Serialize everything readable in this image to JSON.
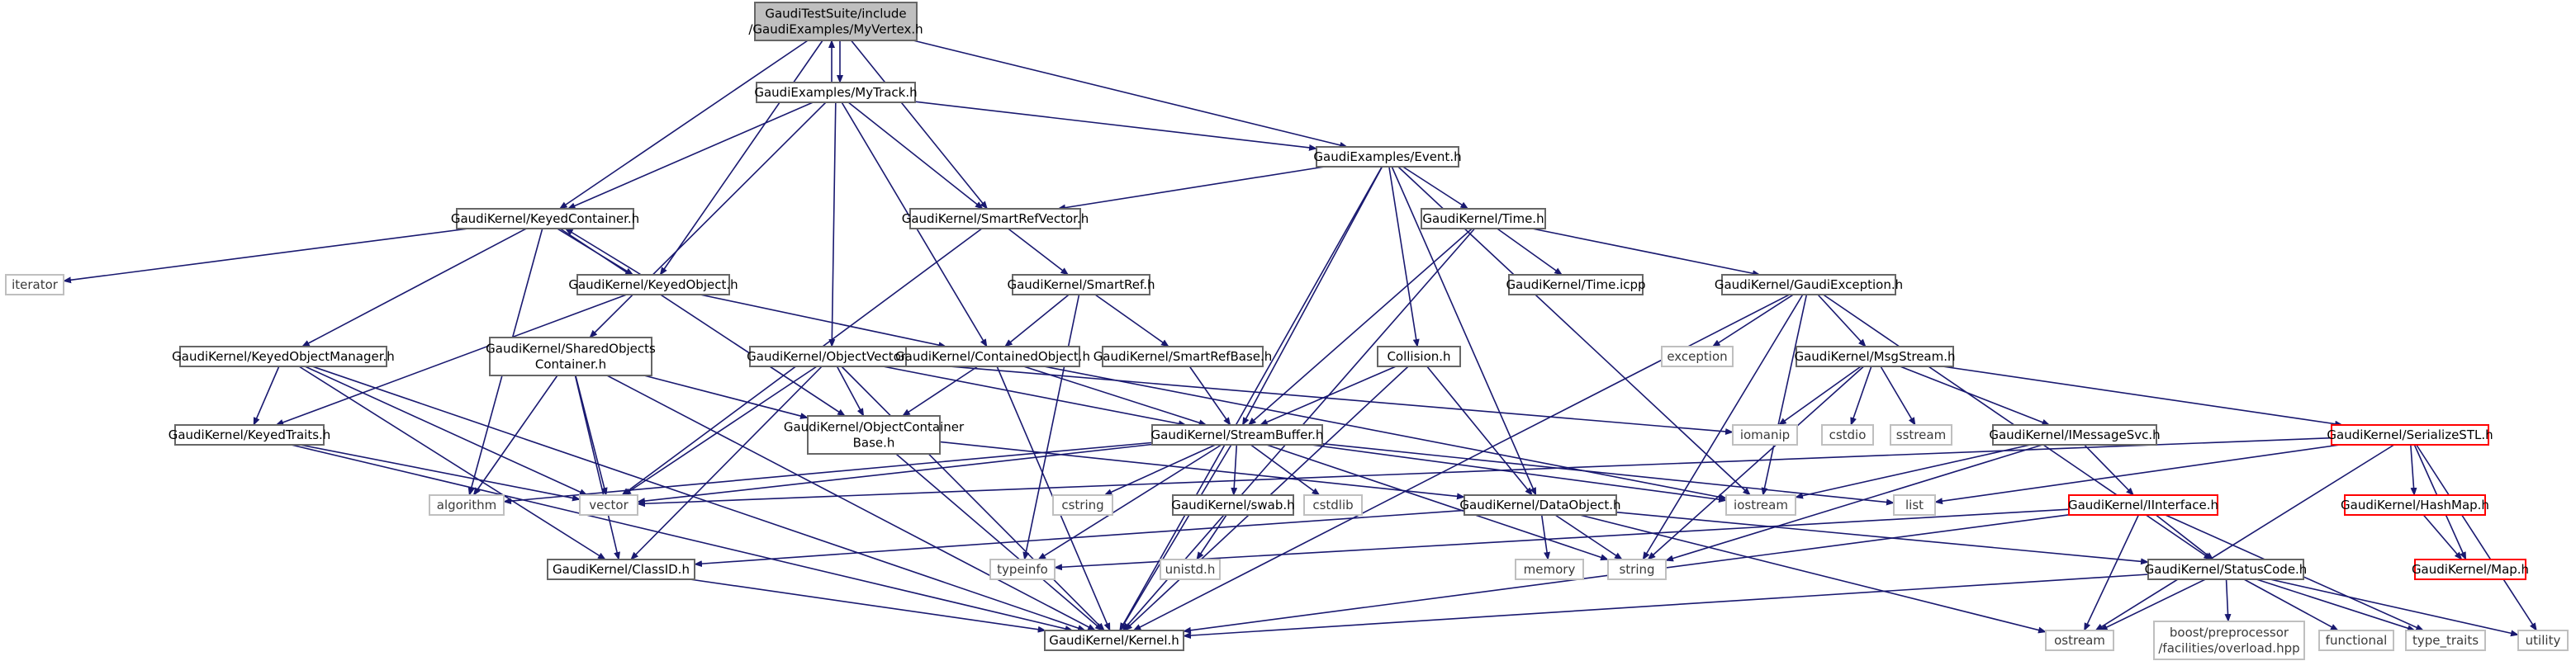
{
  "colors": {
    "edge": "#191970",
    "node_border": "#666666",
    "system_border": "#bfbfbf",
    "incomplete_border": "#ff0000",
    "root_fill": "#bfbfbf",
    "node_fill": "#ffffff"
  },
  "nodes": {
    "myvertex": {
      "lines": [
        "GaudiTestSuite/include",
        "/GaudiExamples/MyVertex.h"
      ],
      "kind": "root"
    },
    "mytrack": {
      "lines": [
        "GaudiExamples/MyTrack.h"
      ],
      "kind": "normal"
    },
    "event": {
      "lines": [
        "GaudiExamples/Event.h"
      ],
      "kind": "normal"
    },
    "keyedcontainer": {
      "lines": [
        "GaudiKernel/KeyedContainer.h"
      ],
      "kind": "normal"
    },
    "keyedobject": {
      "lines": [
        "GaudiKernel/KeyedObject.h"
      ],
      "kind": "normal"
    },
    "smartrefvector": {
      "lines": [
        "GaudiKernel/SmartRefVector.h"
      ],
      "kind": "normal"
    },
    "time": {
      "lines": [
        "GaudiKernel/Time.h"
      ],
      "kind": "normal"
    },
    "timeicpp": {
      "lines": [
        "GaudiKernel/Time.icpp"
      ],
      "kind": "normal"
    },
    "gaudiexception": {
      "lines": [
        "GaudiKernel/GaudiException.h"
      ],
      "kind": "normal"
    },
    "iterator": {
      "lines": [
        "iterator"
      ],
      "kind": "system"
    },
    "smartref": {
      "lines": [
        "GaudiKernel/SmartRef.h"
      ],
      "kind": "normal"
    },
    "keyedobjectmanager": {
      "lines": [
        "GaudiKernel/KeyedObjectManager.h"
      ],
      "kind": "normal"
    },
    "sharedobjects": {
      "lines": [
        "GaudiKernel/SharedObjects",
        "Container.h"
      ],
      "kind": "normal"
    },
    "objectvector": {
      "lines": [
        "GaudiKernel/ObjectVector.h"
      ],
      "kind": "normal"
    },
    "containedobject": {
      "lines": [
        "GaudiKernel/ContainedObject.h"
      ],
      "kind": "normal"
    },
    "smartrefbase": {
      "lines": [
        "GaudiKernel/SmartRefBase.h"
      ],
      "kind": "normal"
    },
    "collision": {
      "lines": [
        "Collision.h"
      ],
      "kind": "normal"
    },
    "exception": {
      "lines": [
        "exception"
      ],
      "kind": "system"
    },
    "msgstream": {
      "lines": [
        "GaudiKernel/MsgStream.h"
      ],
      "kind": "normal"
    },
    "keyedtraits": {
      "lines": [
        "GaudiKernel/KeyedTraits.h"
      ],
      "kind": "normal"
    },
    "objectcontainerbase": {
      "lines": [
        "GaudiKernel/ObjectContainer",
        "Base.h"
      ],
      "kind": "normal"
    },
    "streambuffer": {
      "lines": [
        "GaudiKernel/StreamBuffer.h"
      ],
      "kind": "normal"
    },
    "iomanip": {
      "lines": [
        "iomanip"
      ],
      "kind": "system"
    },
    "cstdio": {
      "lines": [
        "cstdio"
      ],
      "kind": "system"
    },
    "sstream": {
      "lines": [
        "sstream"
      ],
      "kind": "system"
    },
    "imessagesvc": {
      "lines": [
        "GaudiKernel/IMessageSvc.h"
      ],
      "kind": "normal"
    },
    "serializestl": {
      "lines": [
        "GaudiKernel/SerializeSTL.h"
      ],
      "kind": "incomplete"
    },
    "algorithm": {
      "lines": [
        "algorithm"
      ],
      "kind": "system"
    },
    "vector": {
      "lines": [
        "vector"
      ],
      "kind": "system"
    },
    "cstring": {
      "lines": [
        "cstring"
      ],
      "kind": "system"
    },
    "swab": {
      "lines": [
        "GaudiKernel/swab.h"
      ],
      "kind": "normal"
    },
    "cstdlib": {
      "lines": [
        "cstdlib"
      ],
      "kind": "system"
    },
    "dataobject": {
      "lines": [
        "GaudiKernel/DataObject.h"
      ],
      "kind": "normal"
    },
    "iostream": {
      "lines": [
        "iostream"
      ],
      "kind": "system"
    },
    "list": {
      "lines": [
        "list"
      ],
      "kind": "system"
    },
    "iinterface": {
      "lines": [
        "GaudiKernel/IInterface.h"
      ],
      "kind": "incomplete"
    },
    "hashmap": {
      "lines": [
        "GaudiKernel/HashMap.h"
      ],
      "kind": "incomplete"
    },
    "classid": {
      "lines": [
        "GaudiKernel/ClassID.h"
      ],
      "kind": "normal"
    },
    "typeinfo": {
      "lines": [
        "typeinfo"
      ],
      "kind": "system"
    },
    "unistd": {
      "lines": [
        "unistd.h"
      ],
      "kind": "system"
    },
    "memory": {
      "lines": [
        "memory"
      ],
      "kind": "system"
    },
    "string": {
      "lines": [
        "string"
      ],
      "kind": "system"
    },
    "statuscode": {
      "lines": [
        "GaudiKernel/StatusCode.h"
      ],
      "kind": "normal"
    },
    "map": {
      "lines": [
        "GaudiKernel/Map.h"
      ],
      "kind": "incomplete"
    },
    "utility": {
      "lines": [
        "utility"
      ],
      "kind": "system"
    },
    "kernel": {
      "lines": [
        "GaudiKernel/Kernel.h"
      ],
      "kind": "normal"
    },
    "ostream": {
      "lines": [
        "ostream"
      ],
      "kind": "system"
    },
    "boostpp": {
      "lines": [
        "boost/preprocessor",
        "/facilities/overload.hpp"
      ],
      "kind": "system"
    },
    "functional": {
      "lines": [
        "functional"
      ],
      "kind": "system"
    },
    "typetraits": {
      "lines": [
        "type_traits"
      ],
      "kind": "system"
    }
  },
  "edges": [
    [
      "myvertex",
      "mytrack"
    ],
    [
      "mytrack",
      "myvertex"
    ],
    [
      "myvertex",
      "event"
    ],
    [
      "myvertex",
      "keyedcontainer"
    ],
    [
      "myvertex",
      "keyedobject"
    ],
    [
      "myvertex",
      "smartrefvector"
    ],
    [
      "mytrack",
      "event"
    ],
    [
      "mytrack",
      "keyedcontainer"
    ],
    [
      "mytrack",
      "smartrefvector"
    ],
    [
      "mytrack",
      "containedobject"
    ],
    [
      "mytrack",
      "sharedobjects"
    ],
    [
      "mytrack",
      "objectvector"
    ],
    [
      "event",
      "smartrefvector"
    ],
    [
      "event",
      "time"
    ],
    [
      "event",
      "collision"
    ],
    [
      "event",
      "streambuffer"
    ],
    [
      "event",
      "dataobject"
    ],
    [
      "event",
      "iostream"
    ],
    [
      "event",
      "kernel"
    ],
    [
      "keyedcontainer",
      "keyedobject"
    ],
    [
      "keyedobject",
      "keyedcontainer"
    ],
    [
      "keyedcontainer",
      "iterator"
    ],
    [
      "keyedcontainer",
      "keyedobjectmanager"
    ],
    [
      "keyedcontainer",
      "objectcontainerbase"
    ],
    [
      "keyedcontainer",
      "algorithm"
    ],
    [
      "keyedobject",
      "containedobject"
    ],
    [
      "keyedobject",
      "keyedtraits"
    ],
    [
      "smartrefvector",
      "smartref"
    ],
    [
      "smartrefvector",
      "vector"
    ],
    [
      "time",
      "timeicpp"
    ],
    [
      "time",
      "gaudiexception"
    ],
    [
      "time",
      "streambuffer"
    ],
    [
      "time",
      "kernel"
    ],
    [
      "gaudiexception",
      "exception"
    ],
    [
      "gaudiexception",
      "msgstream"
    ],
    [
      "gaudiexception",
      "iostream"
    ],
    [
      "gaudiexception",
      "string"
    ],
    [
      "gaudiexception",
      "statuscode"
    ],
    [
      "gaudiexception",
      "kernel"
    ],
    [
      "smartref",
      "containedobject"
    ],
    [
      "smartref",
      "smartrefbase"
    ],
    [
      "smartref",
      "typeinfo"
    ],
    [
      "keyedobjectmanager",
      "keyedtraits"
    ],
    [
      "keyedobjectmanager",
      "vector"
    ],
    [
      "keyedobjectmanager",
      "classid"
    ],
    [
      "keyedobjectmanager",
      "kernel"
    ],
    [
      "sharedobjects",
      "objectcontainerbase"
    ],
    [
      "sharedobjects",
      "algorithm"
    ],
    [
      "sharedobjects",
      "vector"
    ],
    [
      "sharedobjects",
      "classid"
    ],
    [
      "sharedobjects",
      "kernel"
    ],
    [
      "objectvector",
      "objectcontainerbase"
    ],
    [
      "objectvector",
      "streambuffer"
    ],
    [
      "objectvector",
      "vector"
    ],
    [
      "objectvector",
      "classid"
    ],
    [
      "objectvector",
      "kernel"
    ],
    [
      "objectvector",
      "iomanip"
    ],
    [
      "containedobject",
      "objectcontainerbase"
    ],
    [
      "containedobject",
      "streambuffer"
    ],
    [
      "containedobject",
      "iostream"
    ],
    [
      "containedobject",
      "kernel"
    ],
    [
      "smartrefbase",
      "streambuffer"
    ],
    [
      "collision",
      "streambuffer"
    ],
    [
      "collision",
      "dataobject"
    ],
    [
      "collision",
      "kernel"
    ],
    [
      "msgstream",
      "iomanip"
    ],
    [
      "msgstream",
      "cstdio"
    ],
    [
      "msgstream",
      "sstream"
    ],
    [
      "msgstream",
      "imessagesvc"
    ],
    [
      "msgstream",
      "serializestl"
    ],
    [
      "msgstream",
      "string"
    ],
    [
      "keyedtraits",
      "vector"
    ],
    [
      "keyedtraits",
      "kernel"
    ],
    [
      "objectcontainerbase",
      "dataobject"
    ],
    [
      "objectcontainerbase",
      "kernel"
    ],
    [
      "streambuffer",
      "algorithm"
    ],
    [
      "streambuffer",
      "vector"
    ],
    [
      "streambuffer",
      "cstring"
    ],
    [
      "streambuffer",
      "swab"
    ],
    [
      "streambuffer",
      "cstdlib"
    ],
    [
      "streambuffer",
      "iostream"
    ],
    [
      "streambuffer",
      "list"
    ],
    [
      "streambuffer",
      "typeinfo"
    ],
    [
      "streambuffer",
      "string"
    ],
    [
      "streambuffer",
      "kernel"
    ],
    [
      "imessagesvc",
      "iinterface"
    ],
    [
      "imessagesvc",
      "iostream"
    ],
    [
      "imessagesvc",
      "string"
    ],
    [
      "serializestl",
      "hashmap"
    ],
    [
      "serializestl",
      "map"
    ],
    [
      "serializestl",
      "utility"
    ],
    [
      "serializestl",
      "vector"
    ],
    [
      "serializestl",
      "list"
    ],
    [
      "serializestl",
      "ostream"
    ],
    [
      "swab",
      "unistd"
    ],
    [
      "dataobject",
      "classid"
    ],
    [
      "dataobject",
      "statuscode"
    ],
    [
      "dataobject",
      "memory"
    ],
    [
      "dataobject",
      "string"
    ],
    [
      "dataobject",
      "ostream"
    ],
    [
      "iinterface",
      "statuscode"
    ],
    [
      "iinterface",
      "typeinfo"
    ],
    [
      "iinterface",
      "kernel"
    ],
    [
      "iinterface",
      "ostream"
    ],
    [
      "iinterface",
      "typetraits"
    ],
    [
      "hashmap",
      "map"
    ],
    [
      "classid",
      "kernel"
    ],
    [
      "statuscode",
      "kernel"
    ],
    [
      "statuscode",
      "ostream"
    ],
    [
      "statuscode",
      "boostpp"
    ],
    [
      "statuscode",
      "functional"
    ],
    [
      "statuscode",
      "typetraits"
    ],
    [
      "statuscode",
      "utility"
    ]
  ]
}
